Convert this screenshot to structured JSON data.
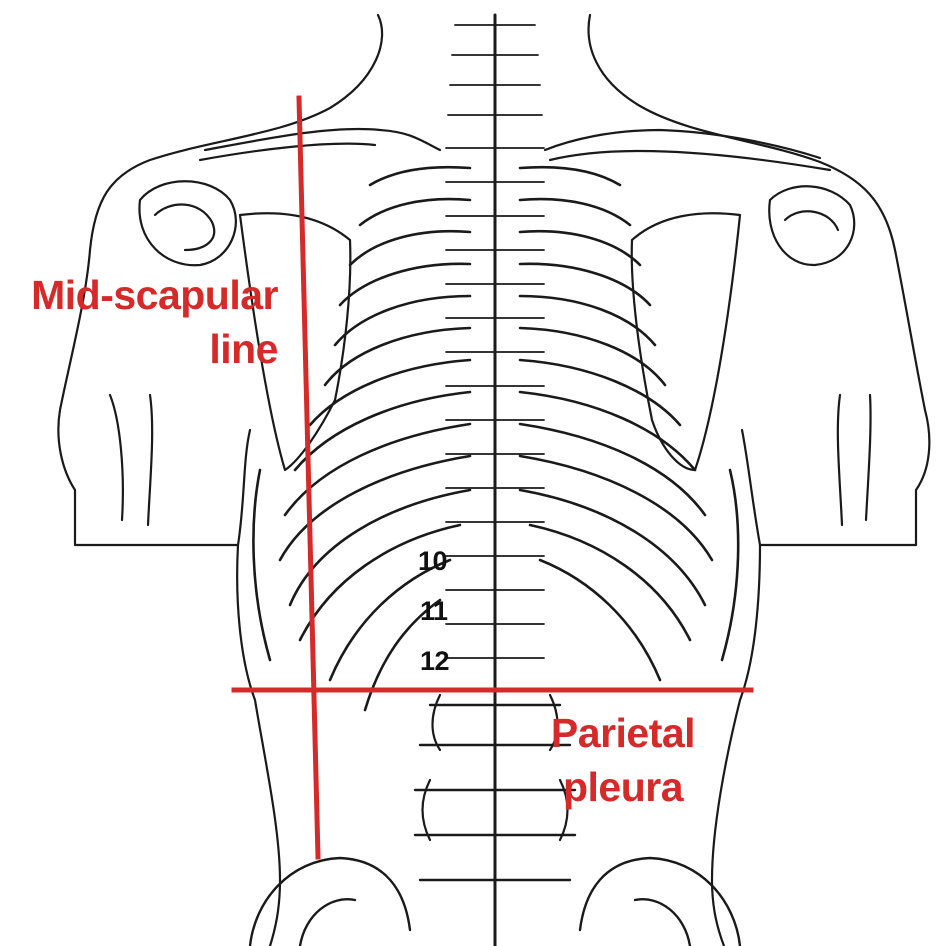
{
  "labels": {
    "midscapular_line": [
      "Mid-scapular",
      "line"
    ],
    "parietal_pleura": [
      "Parietal",
      "pleura"
    ],
    "ribs": [
      "10",
      "11",
      "12"
    ]
  },
  "colors": {
    "marker": "#d42a2a",
    "outline": "#1a1a1a",
    "background": "#ffffff"
  }
}
